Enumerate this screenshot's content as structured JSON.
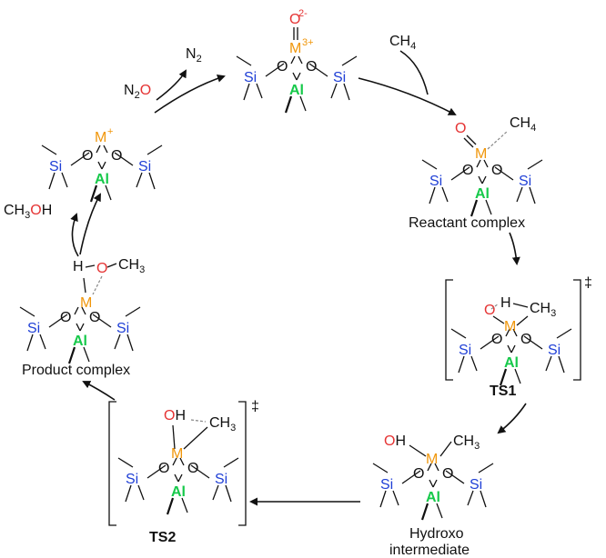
{
  "elements": {
    "si": "Si",
    "al": "Al",
    "o": "O",
    "m": "M"
  },
  "charges": {
    "o2minus": "2-",
    "m3plus": "3+",
    "mplus": "+"
  },
  "dagger": "‡",
  "molecules": {
    "n2o": {
      "n": "N",
      "sub": "2",
      "o": "O"
    },
    "n2": {
      "n": "N",
      "sub": "2"
    },
    "ch4": {
      "c": "CH",
      "sub": "4"
    },
    "ch3": {
      "c": "CH",
      "sub": "3"
    },
    "ch3oh": {
      "c": "CH",
      "sub": "3",
      "o": "O",
      "h": "H"
    },
    "h": "H",
    "oh": "OH"
  },
  "labels": {
    "reactant_complex": "Reactant complex",
    "ts1": "TS1",
    "ts2": "TS2",
    "hydroxo_line1": "Hydroxo",
    "hydroxo_line2": "intermediate",
    "product_complex": "Product complex"
  }
}
